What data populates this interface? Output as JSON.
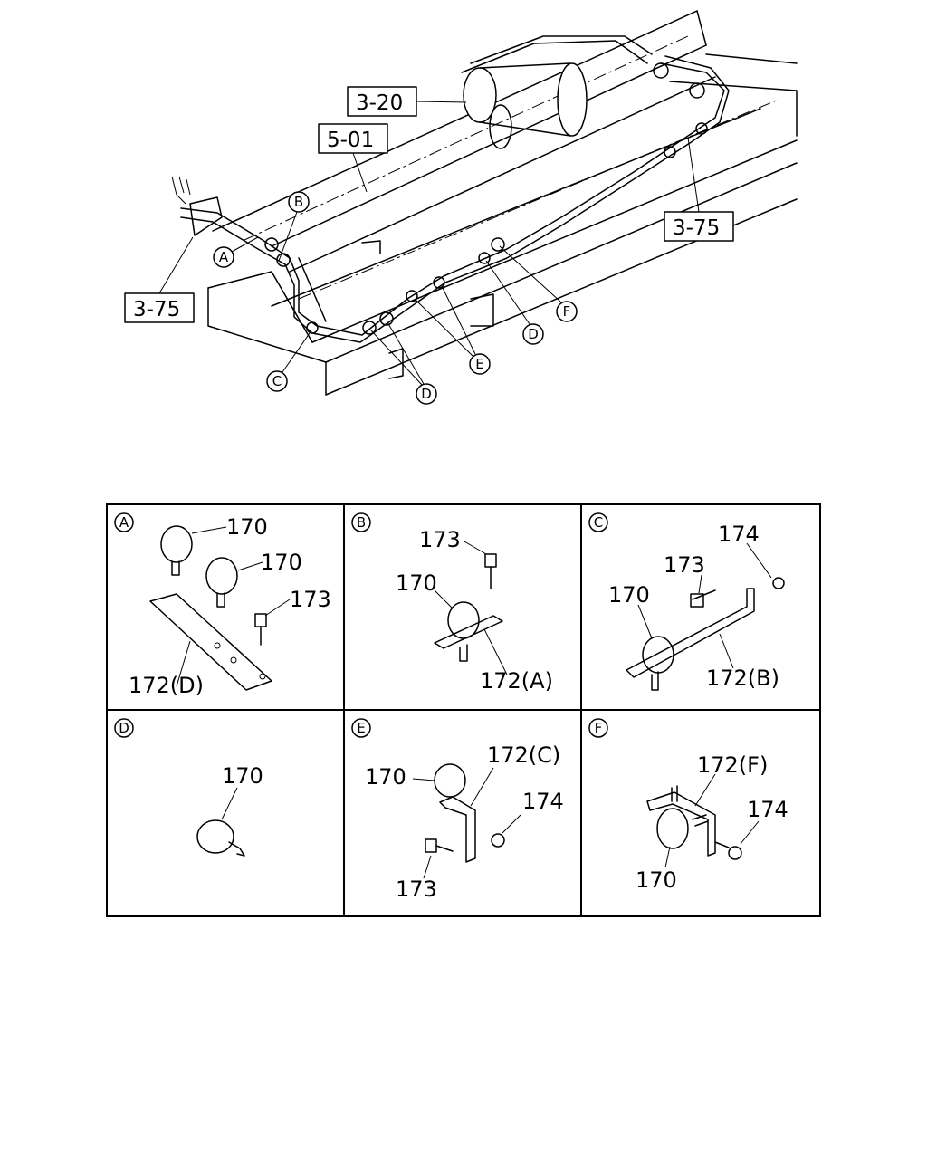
{
  "main_view": {
    "refs": [
      "3-20",
      "5-01",
      "3-75",
      "3-75"
    ],
    "callouts": [
      "A",
      "B",
      "C",
      "D",
      "D",
      "E",
      "F"
    ]
  },
  "details": {
    "A": {
      "letter": "A",
      "labels": [
        "170",
        "170",
        "173",
        "172(D)"
      ]
    },
    "B": {
      "letter": "B",
      "labels": [
        "173",
        "170",
        "172(A)"
      ]
    },
    "C": {
      "letter": "C",
      "labels": [
        "174",
        "173",
        "170",
        "172(B)"
      ]
    },
    "D": {
      "letter": "D",
      "labels": [
        "170"
      ]
    },
    "E": {
      "letter": "E",
      "labels": [
        "172(C)",
        "170",
        "174",
        "173"
      ]
    },
    "F": {
      "letter": "F",
      "labels": [
        "172(F)",
        "174",
        "170"
      ]
    }
  }
}
